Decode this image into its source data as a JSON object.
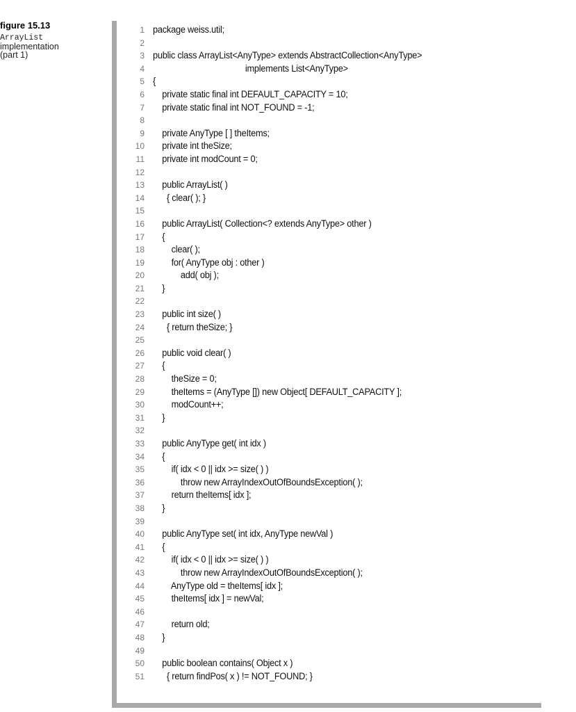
{
  "figure": {
    "title": "figure 15.13",
    "class_name": "ArrayList",
    "description": "implementation\n(part 1)"
  },
  "code_lines": [
    {
      "n": "1",
      "t": "package weiss.util;"
    },
    {
      "n": "2",
      "t": ""
    },
    {
      "n": "3",
      "t": "public class ArrayList<AnyType> extends AbstractCollection<AnyType>"
    },
    {
      "n": "4",
      "t": "                                        implements List<AnyType>"
    },
    {
      "n": "5",
      "t": "{"
    },
    {
      "n": "6",
      "t": "    private static final int DEFAULT_CAPACITY = 10;"
    },
    {
      "n": "7",
      "t": "    private static final int NOT_FOUND = -1;"
    },
    {
      "n": "8",
      "t": ""
    },
    {
      "n": "9",
      "t": "    private AnyType [ ] theItems;"
    },
    {
      "n": "10",
      "t": "    private int theSize;"
    },
    {
      "n": "11",
      "t": "    private int modCount = 0;"
    },
    {
      "n": "12",
      "t": ""
    },
    {
      "n": "13",
      "t": "    public ArrayList( )"
    },
    {
      "n": "14",
      "t": "      { clear( ); }"
    },
    {
      "n": "15",
      "t": ""
    },
    {
      "n": "16",
      "t": "    public ArrayList( Collection<? extends AnyType> other )"
    },
    {
      "n": "17",
      "t": "    {"
    },
    {
      "n": "18",
      "t": "        clear( );"
    },
    {
      "n": "19",
      "t": "        for( AnyType obj : other )"
    },
    {
      "n": "20",
      "t": "            add( obj );"
    },
    {
      "n": "21",
      "t": "    }"
    },
    {
      "n": "22",
      "t": ""
    },
    {
      "n": "23",
      "t": "    public int size( )"
    },
    {
      "n": "24",
      "t": "      { return theSize; }"
    },
    {
      "n": "25",
      "t": ""
    },
    {
      "n": "26",
      "t": "    public void clear( )"
    },
    {
      "n": "27",
      "t": "    {"
    },
    {
      "n": "28",
      "t": "        theSize = 0;"
    },
    {
      "n": "29",
      "t": "        theItems = (AnyType []) new Object[ DEFAULT_CAPACITY ];"
    },
    {
      "n": "30",
      "t": "        modCount++;"
    },
    {
      "n": "31",
      "t": "    }"
    },
    {
      "n": "32",
      "t": ""
    },
    {
      "n": "33",
      "t": "    public AnyType get( int idx )"
    },
    {
      "n": "34",
      "t": "    {"
    },
    {
      "n": "35",
      "t": "        if( idx < 0 || idx >= size( ) )"
    },
    {
      "n": "36",
      "t": "            throw new ArrayIndexOutOfBoundsException( );"
    },
    {
      "n": "37",
      "t": "        return theItems[ idx ];"
    },
    {
      "n": "38",
      "t": "    }"
    },
    {
      "n": "39",
      "t": ""
    },
    {
      "n": "40",
      "t": "    public AnyType set( int idx, AnyType newVal )"
    },
    {
      "n": "41",
      "t": "    {"
    },
    {
      "n": "42",
      "t": "        if( idx < 0 || idx >= size( ) )"
    },
    {
      "n": "43",
      "t": "            throw new ArrayIndexOutOfBoundsException( );"
    },
    {
      "n": "44",
      "t": "        AnyType old = theItems[ idx ];"
    },
    {
      "n": "45",
      "t": "        theItems[ idx ] = newVal;"
    },
    {
      "n": "46",
      "t": ""
    },
    {
      "n": "47",
      "t": "        return old;"
    },
    {
      "n": "48",
      "t": "    }"
    },
    {
      "n": "49",
      "t": ""
    },
    {
      "n": "50",
      "t": "    public boolean contains( Object x )"
    },
    {
      "n": "51",
      "t": "      { return findPos( x ) != NOT_FOUND; }"
    }
  ]
}
